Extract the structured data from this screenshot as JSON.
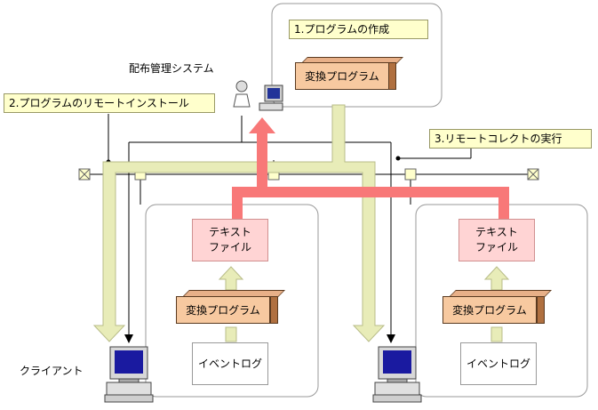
{
  "labels": {
    "step1": "1.プログラムの作成",
    "step2": "2.プログラムのリモートインストール",
    "step3": "3.リモートコレクトの実行",
    "server": "配布管理システム",
    "client": "クライアント"
  },
  "server_box": {
    "program": "変換プログラム"
  },
  "client_left": {
    "text_file_line1": "テキスト",
    "text_file_line2": "ファイル",
    "program": "変換プログラム",
    "event_log": "イベントログ"
  },
  "client_right": {
    "text_file_line1": "テキスト",
    "text_file_line2": "ファイル",
    "program": "変換プログラム",
    "event_log": "イベントログ"
  },
  "colors": {
    "install_arrow": "#e8ecb8",
    "collect_arrow": "#f87878",
    "note_fill": "#ffffcc",
    "cube_face": "#f7c9a0",
    "doc_pink": "#ffd4d4"
  }
}
